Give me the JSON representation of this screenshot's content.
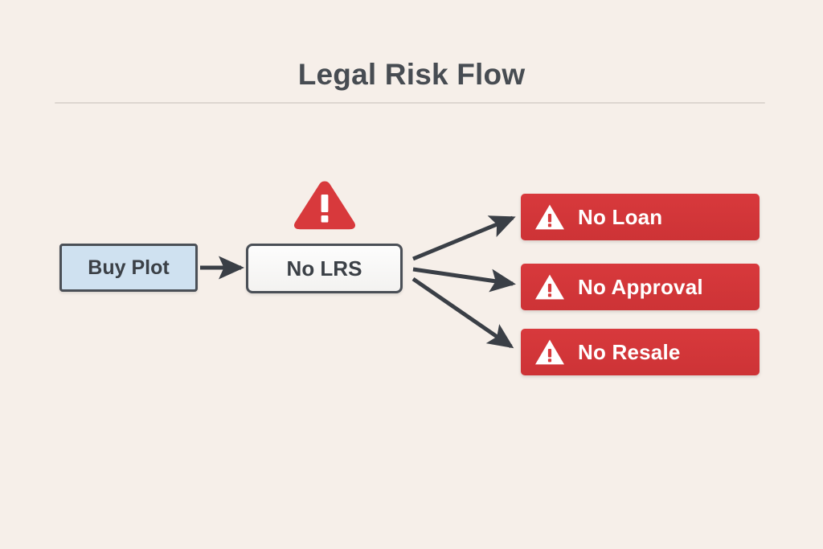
{
  "page": {
    "title": "Legal Risk Flow",
    "background_color": "#f6efe9"
  },
  "colors": {
    "title_text": "#474c52",
    "rule": "#ddd6d0",
    "node_border": "#4a4f56",
    "start_node_fill": "#cfe1f0",
    "process_node_fill": "#fbfaf9",
    "alert_red": "#d8393c",
    "alert_text": "#ffffff",
    "arrow": "#3a3f46"
  },
  "diagram": {
    "type": "flowchart",
    "nodes": [
      {
        "id": "buy-plot",
        "label": "Buy Plot",
        "kind": "start",
        "icon": null
      },
      {
        "id": "no-lrs",
        "label": "No LRS",
        "kind": "process",
        "icon": "warning-triangle-icon"
      },
      {
        "id": "no-loan",
        "label": "No Loan",
        "kind": "alert",
        "icon": "warning-triangle-icon"
      },
      {
        "id": "no-approval",
        "label": "No Approval",
        "kind": "alert",
        "icon": "warning-triangle-icon"
      },
      {
        "id": "no-resale",
        "label": "No Resale",
        "kind": "alert",
        "icon": "warning-triangle-icon"
      }
    ],
    "edges": [
      {
        "from": "buy-plot",
        "to": "no-lrs"
      },
      {
        "from": "no-lrs",
        "to": "no-loan"
      },
      {
        "from": "no-lrs",
        "to": "no-approval"
      },
      {
        "from": "no-lrs",
        "to": "no-resale"
      }
    ]
  }
}
